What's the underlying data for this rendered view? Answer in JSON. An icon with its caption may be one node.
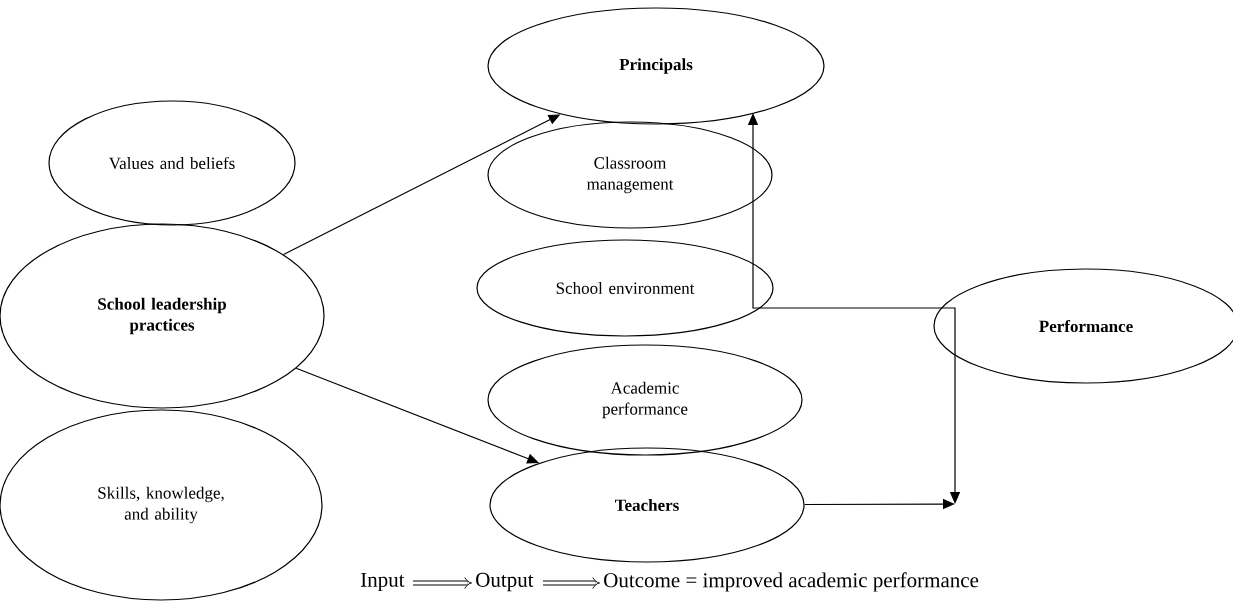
{
  "diagram": {
    "nodes": [
      {
        "text": [
          "Values and beliefs"
        ]
      },
      {
        "text": [
          "Principals"
        ]
      },
      {
        "text": [
          "Classroom management"
        ]
      },
      {
        "text": [
          "School leadership practices"
        ]
      },
      {
        "text": [
          "School environment"
        ]
      },
      {
        "text": [
          "Skills, knowledge, and ability"
        ]
      },
      {
        "text": [
          "Academic performance"
        ]
      },
      {
        "text": [
          "Teachers"
        ]
      },
      {
        "text": [
          "Performance"
        ]
      }
    ],
    "edges": [
      {
        "from": 3,
        "to": 1,
        "arrow": "to"
      },
      {
        "from": 3,
        "to": 7,
        "arrow": "to"
      },
      {
        "from": 7,
        "to": null,
        "arrow": "to"
      },
      {
        "from": null,
        "to": 1,
        "arrow": "both"
      }
    ],
    "labels": [
      "Input",
      "Output",
      "Outcome = improved academic performance"
    ]
  }
}
